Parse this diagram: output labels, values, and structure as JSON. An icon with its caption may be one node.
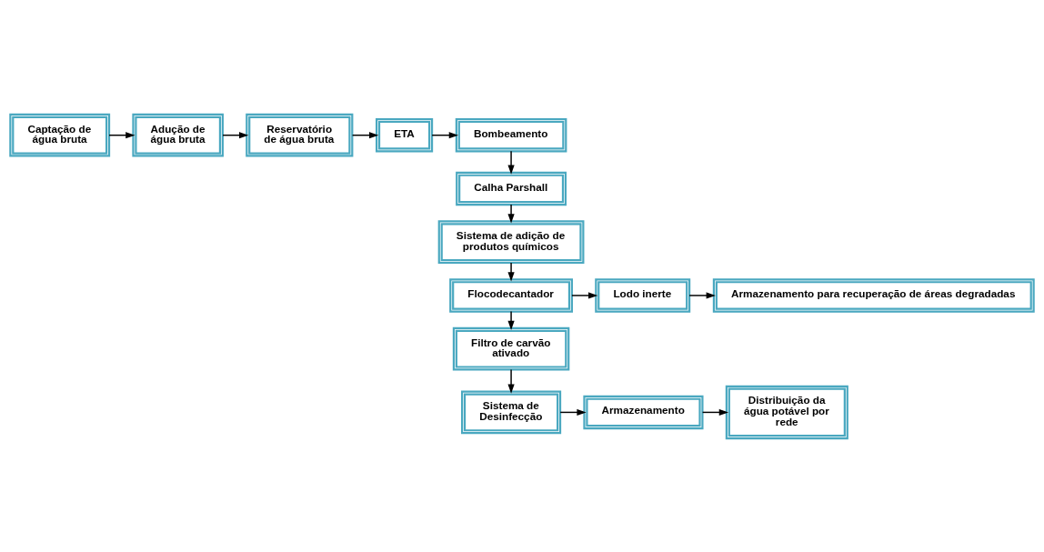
{
  "diagram": {
    "nodes": [
      {
        "text": [
          "Captação de água bruta"
        ]
      },
      {
        "text": [
          "Adução de água bruta"
        ]
      },
      {
        "text": [
          "Reservatório de água bruta"
        ]
      },
      {
        "text": [
          "ETA"
        ]
      },
      {
        "text": [
          "Bombeamento"
        ]
      },
      {
        "text": [
          "Calha Parshall"
        ]
      },
      {
        "text": [
          "Sistema de adição de produtos químicos"
        ]
      },
      {
        "text": [
          "Flocodecantador"
        ]
      },
      {
        "text": [
          "Lodo inerte"
        ]
      },
      {
        "text": [
          "Armazenamento para recuperação de áreas degradadas"
        ]
      },
      {
        "text": [
          "Filtro de carvão ativado"
        ]
      },
      {
        "text": [
          "Sistema de Desinfecção"
        ]
      },
      {
        "text": [
          "Armazenamento"
        ]
      },
      {
        "text": [
          "Distribuição da água potável por rede"
        ]
      }
    ],
    "edges": [
      {
        "from": 0,
        "to": 1,
        "arrow": "to"
      },
      {
        "from": 1,
        "to": 2,
        "arrow": "to"
      },
      {
        "from": 2,
        "to": 3,
        "arrow": "to"
      },
      {
        "from": 3,
        "to": 4,
        "arrow": "to"
      },
      {
        "from": 4,
        "to": 5,
        "arrow": "to"
      },
      {
        "from": 5,
        "to": 6,
        "arrow": "to"
      },
      {
        "from": 6,
        "to": 7,
        "arrow": "to"
      },
      {
        "from": 7,
        "to": 8,
        "arrow": "to"
      },
      {
        "from": 8,
        "to": 9,
        "arrow": "to"
      },
      {
        "from": 7,
        "to": 10,
        "arrow": "to"
      },
      {
        "from": 10,
        "to": 11,
        "arrow": "to"
      },
      {
        "from": 11,
        "to": 12,
        "arrow": "to"
      },
      {
        "from": 12,
        "to": 13,
        "arrow": "to"
      }
    ]
  }
}
